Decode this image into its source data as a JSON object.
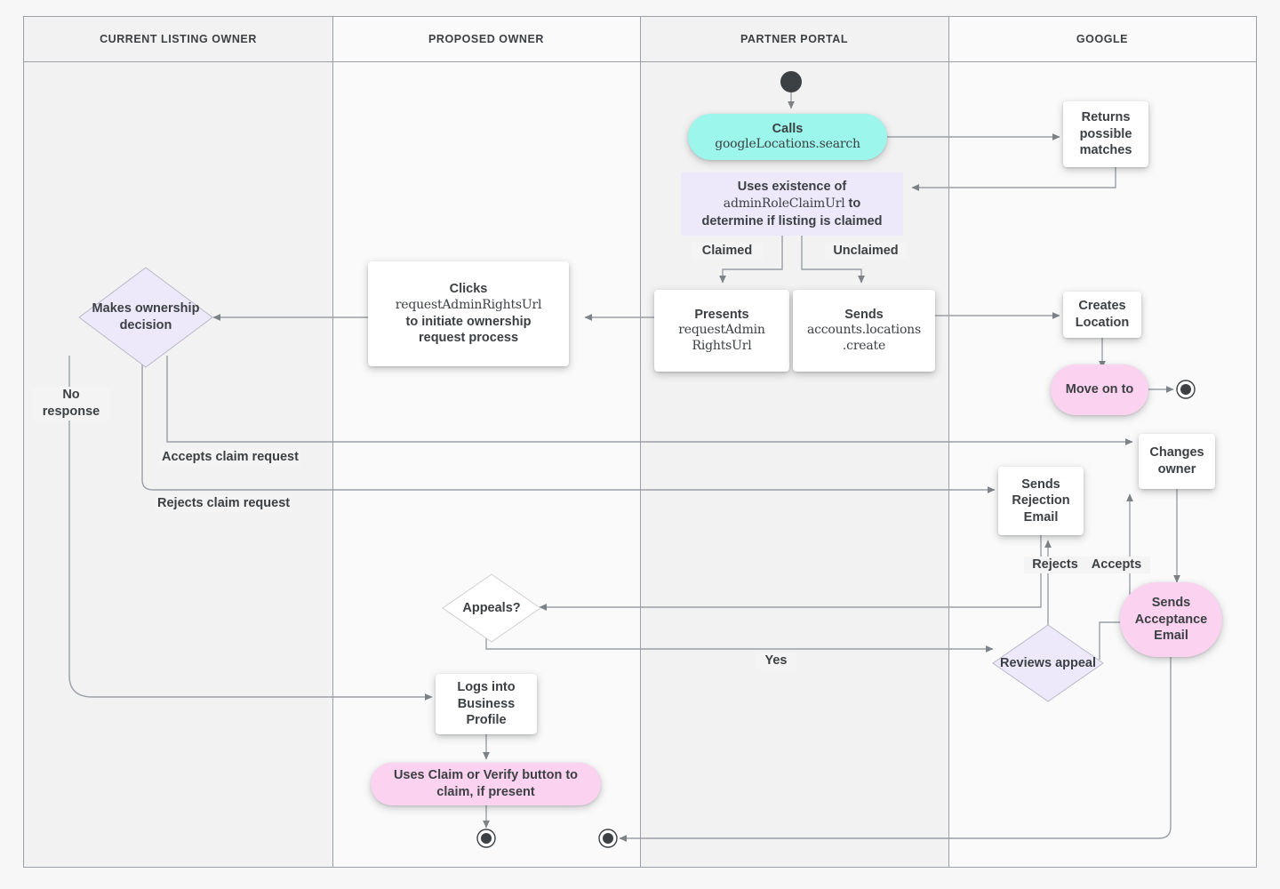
{
  "diagram": {
    "title": "Google Business Profile listing ownership transfer flow",
    "type": "swimlane-flowchart"
  },
  "lanes": [
    {
      "id": "current-listing-owner",
      "label": "CURRENT LISTING OWNER"
    },
    {
      "id": "proposed-owner",
      "label": "PROPOSED OWNER"
    },
    {
      "id": "partner-portal",
      "label": "PARTNER PORTAL"
    },
    {
      "id": "google",
      "label": "GOOGLE"
    }
  ],
  "nodes": {
    "start": {
      "shape": "start-node",
      "lane": "partner-portal"
    },
    "calls_search": {
      "shape": "pill",
      "color": "#9cf6ec",
      "lane": "partner-portal",
      "line1": "Calls",
      "line2": "googleLocations.search"
    },
    "returns_matches": {
      "shape": "box",
      "color": "#ffffff",
      "lane": "google",
      "line1": "Returns",
      "line2": "possible",
      "line3": "matches"
    },
    "uses_existence": {
      "shape": "rect",
      "color": "#ede9fb",
      "lane": "partner-portal",
      "line1": "Uses existence of",
      "line2": "adminRoleClaimUrl",
      "line2b": " to",
      "line3": "determine if listing is claimed"
    },
    "presents_url": {
      "shape": "box",
      "color": "#ffffff",
      "lane": "partner-portal",
      "line1": "Presents",
      "line2": "requestAdmin",
      "line3": "RightsUrl"
    },
    "sends_create": {
      "shape": "box",
      "color": "#ffffff",
      "lane": "partner-portal",
      "line1": "Sends",
      "line2": "accounts.locations",
      "line3": ".create"
    },
    "creates_location": {
      "shape": "box",
      "color": "#ffffff",
      "lane": "google",
      "line1": "Creates",
      "line2": "Location"
    },
    "move_on_to": {
      "shape": "pill",
      "color": "#fbd3f0",
      "lane": "google",
      "line1": "Move on to"
    },
    "end_google": {
      "shape": "end-node",
      "lane": "google"
    },
    "clicks_url": {
      "shape": "box",
      "color": "#ffffff",
      "lane": "proposed-owner",
      "line1": "Clicks",
      "line2": "requestAdminRightsUrl",
      "line3": "to initiate ownership",
      "line4": "request process"
    },
    "makes_decision": {
      "shape": "diamond",
      "color": "#ede9fb",
      "lane": "current-listing-owner",
      "line1": "Makes",
      "line2": "ownership",
      "line3": "decision"
    },
    "changes_owner": {
      "shape": "box",
      "color": "#ffffff",
      "lane": "google",
      "line1": "Changes",
      "line2": "owner"
    },
    "sends_rejection": {
      "shape": "box",
      "color": "#ffffff",
      "lane": "google",
      "line1": "Sends",
      "line2": "Rejection",
      "line3": "Email"
    },
    "sends_acceptance": {
      "shape": "pill",
      "color": "#fbd3f0",
      "lane": "google",
      "line1": "Sends",
      "line2": "Acceptance",
      "line3": "Email"
    },
    "appeals": {
      "shape": "diamond",
      "color": "#ffffff",
      "lane": "proposed-owner",
      "line1": "Appeals?"
    },
    "reviews_appeal": {
      "shape": "diamond",
      "color": "#ede9fb",
      "lane": "google",
      "line1": "Reviews",
      "line2": "appeal"
    },
    "logs_into": {
      "shape": "box",
      "color": "#ffffff",
      "lane": "proposed-owner",
      "line1": "Logs into",
      "line2": "Business",
      "line3": "Profile"
    },
    "uses_claim": {
      "shape": "pill",
      "color": "#fbd3f0",
      "lane": "proposed-owner",
      "line1": "Uses Claim or Verify button to",
      "line2": "claim, if present"
    },
    "end_proposed": {
      "shape": "end-node",
      "lane": "proposed-owner"
    },
    "end_partner": {
      "shape": "end-node",
      "lane": "partner-portal"
    }
  },
  "edge_labels": {
    "claimed": "Claimed",
    "unclaimed": "Unclaimed",
    "no_response": "No\nresponse",
    "accepts_claim": "Accepts claim request",
    "rejects_claim": "Rejects claim request",
    "rejects": "Rejects",
    "accepts": "Accepts",
    "yes": "Yes"
  },
  "colors": {
    "cyan": "#9cf6ec",
    "lavender": "#ede9fb",
    "pink": "#fbd3f0",
    "white": "#ffffff",
    "edge": "#9aa0a6",
    "text": "#3c4043",
    "lane_border": "#9aa0a6",
    "lane_shade": "#f2f2f2",
    "lane_plain": "#fafafa",
    "page_bg": "#f7f7f7"
  }
}
